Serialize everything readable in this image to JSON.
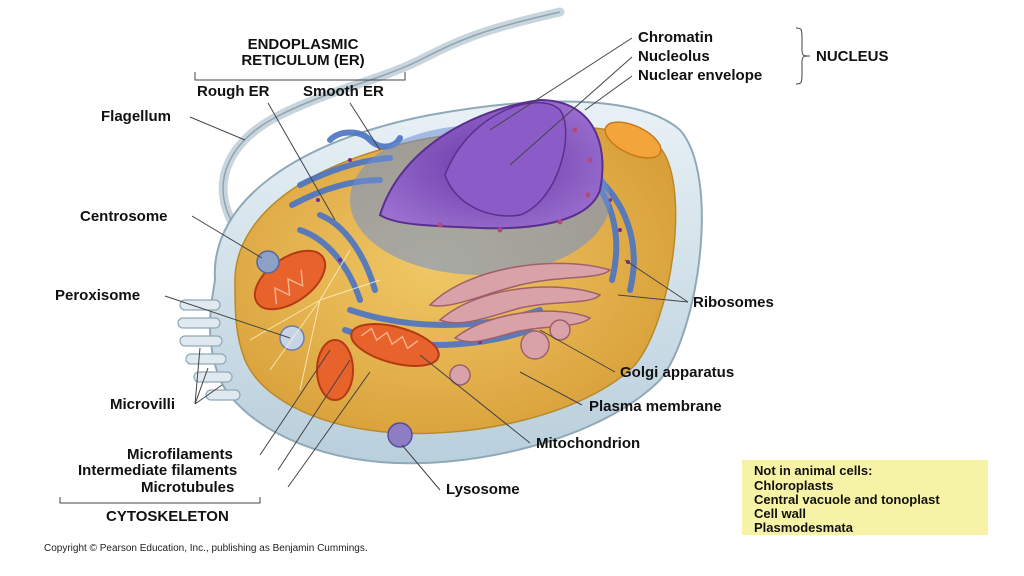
{
  "er_header": {
    "line1": "ENDOPLASMIC",
    "line2": "RETICULUM (ER)"
  },
  "labels": {
    "rough_er": "Rough ER",
    "smooth_er": "Smooth ER",
    "flagellum": "Flagellum",
    "centrosome": "Centrosome",
    "peroxisome": "Peroxisome",
    "microvilli": "Microvilli",
    "microfilaments": "Microfilaments",
    "intermediate_filaments": "Intermediate filaments",
    "microtubules": "Microtubules",
    "cytoskeleton": "CYTOSKELETON",
    "chromatin": "Chromatin",
    "nucleolus": "Nucleolus",
    "nuclear_envelope": "Nuclear envelope",
    "nucleus": "NUCLEUS",
    "ribosomes": "Ribosomes",
    "golgi_apparatus": "Golgi apparatus",
    "plasma_membrane": "Plasma membrane",
    "mitochondrion": "Mitochondrion",
    "lysosome": "Lysosome"
  },
  "note": {
    "title": "Not in animal cells:",
    "items": [
      "Chloroplasts",
      "Central vacuole and tonoplast",
      "Cell wall",
      "Plasmodesmata"
    ]
  },
  "copyright": "Copyright © Pearson Education, Inc., publishing as Benjamin Cummings.",
  "colors": {
    "cytoplasm": "#e7b34a",
    "membrane": "#cfe0ea",
    "er": "#4b74c4",
    "nucleus": "#8a56c2",
    "mitochondrion": "#e8622c",
    "golgi": "#c98a92",
    "note_bg": "#f7f3a6"
  }
}
